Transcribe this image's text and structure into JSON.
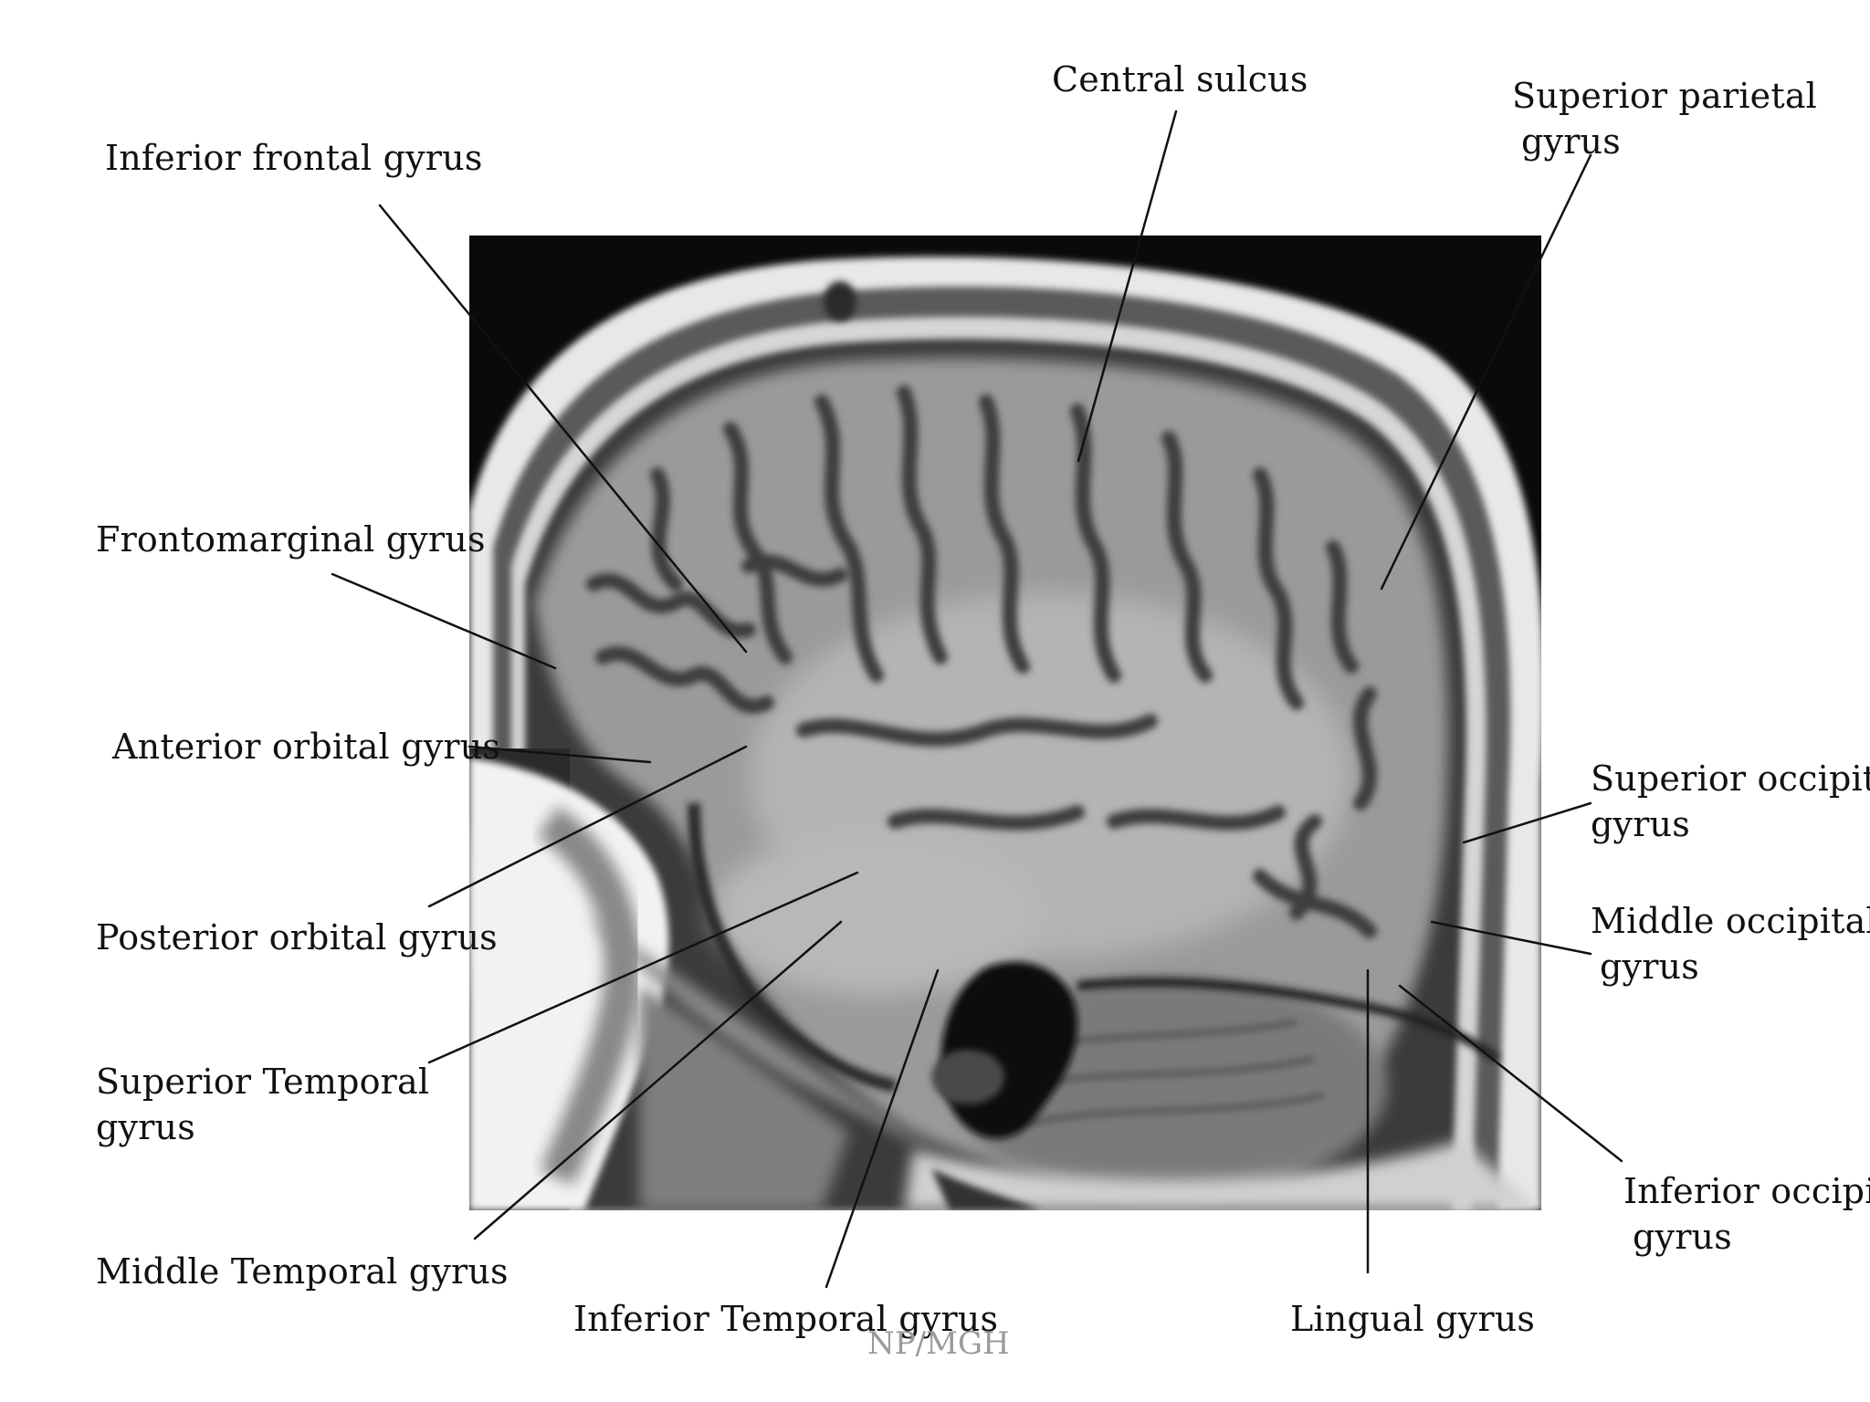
{
  "figure": {
    "labels": {
      "central_sulcus": "Central sulcus",
      "superior_parietal": [
        "Superior parietal",
        "gyrus"
      ],
      "inferior_frontal": "Inferior frontal gyrus",
      "frontomarginal": "Frontomarginal gyrus",
      "anterior_orbital": "Anterior orbital gyrus",
      "posterior_orbital": "Posterior orbital gyrus",
      "superior_temporal": [
        "Superior Temporal",
        "gyrus"
      ],
      "middle_temporal": "Middle Temporal gyrus",
      "inferior_temporal": "Inferior Temporal gyrus",
      "lingual": "Lingual gyrus",
      "superior_occipital": [
        "Superior occipital",
        "gyrus"
      ],
      "middle_occipital": [
        "Middle occipital",
        "gyrus"
      ],
      "inferior_occipital": [
        "Inferior occipital",
        "gyrus"
      ]
    },
    "credit": "NP/MGH"
  },
  "colors": {
    "leader_line": "#111111",
    "background": "#ffffff",
    "credit_text": "#9a9a9a"
  }
}
